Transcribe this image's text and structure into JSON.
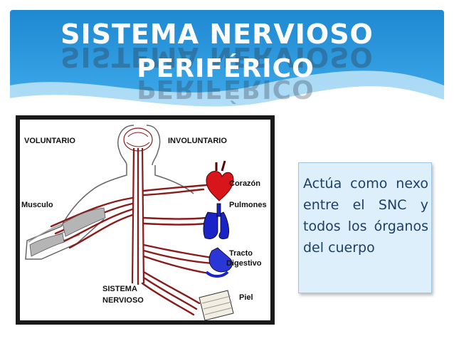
{
  "title": {
    "line1": "SISTEMA NERVIOSO",
    "line2": "PERIFÉRICO"
  },
  "diagram": {
    "labels": {
      "voluntario": "VOLUNTARIO",
      "involuntario": "INVOLUNTARIO",
      "musculo": "Musculo",
      "corazon": "Corazón",
      "pulmones": "Pulmones",
      "tracto": "Tracto",
      "digestivo": "Digestivo",
      "sistema": "SISTEMA",
      "nervioso": "NERVIOSO",
      "piel": "Piel"
    }
  },
  "callout": {
    "text": "Actúa como nexo entre el SNC y todos los órganos del cuerpo"
  },
  "colors": {
    "header_blue": "#1f8fd6",
    "nerve_red": "#8b1a1a",
    "heart_red": "#d8151b",
    "lung_blue": "#1a23c8",
    "callout_text": "#1f3f66"
  }
}
